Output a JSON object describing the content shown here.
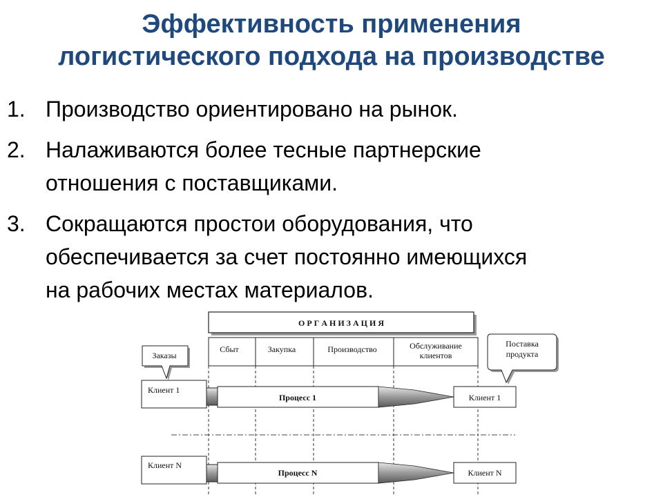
{
  "slide": {
    "title_line1": "Эффективность применения",
    "title_line2": "логистического подхода на производстве",
    "colors": {
      "title": "#1f497d",
      "text": "#000000"
    },
    "items": [
      {
        "num": "1.",
        "lines": [
          "Производство ориентировано на рынок."
        ]
      },
      {
        "num": "2.",
        "lines": [
          "Налаживаются более тесные партнерские",
          "отношения с поставщиками."
        ]
      },
      {
        "num": "3.",
        "lines": [
          "Сокращаются простои оборудования, что",
          "обеспечивается за счет постоянно имеющихся",
          "на рабочих местах материалов."
        ]
      }
    ]
  },
  "diagram": {
    "header": "О Р Г А Н И З А Ц И Я",
    "columns": [
      "Сбыт",
      "Закупка",
      "Производство",
      "Обслуживание клиентов"
    ],
    "callout_left": "Заказы",
    "callout_right": [
      "Поставка",
      "продукта"
    ],
    "rows": [
      {
        "client_in": "Клиент 1",
        "process": "Процесс 1",
        "client_out": "Клиент 1"
      },
      {
        "client_in": "Клиент N",
        "process": "Процесс N",
        "client_out": "Клиент N"
      }
    ]
  }
}
